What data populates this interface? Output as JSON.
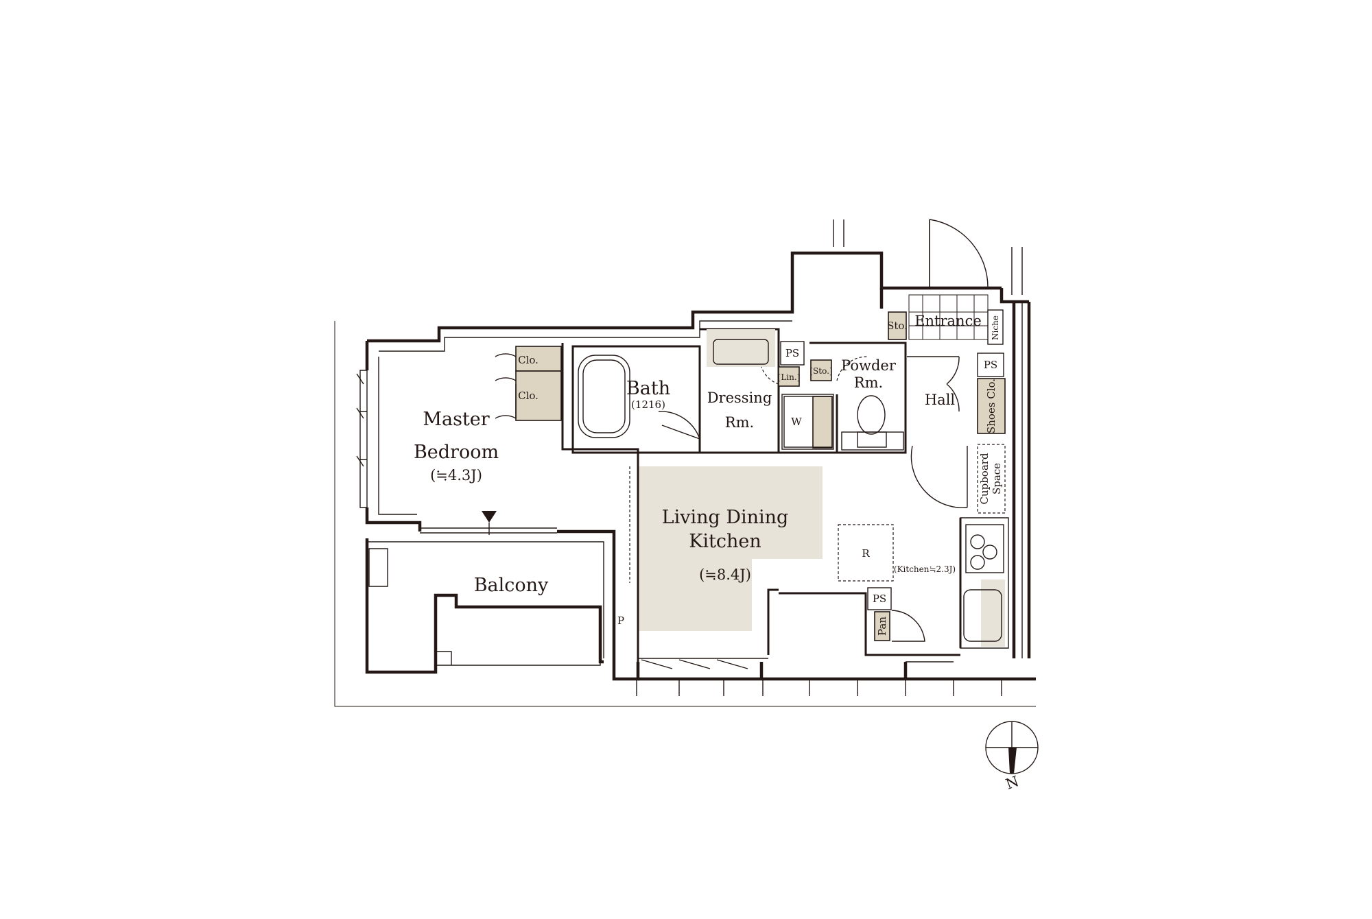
{
  "rooms": {
    "master_bedroom": {
      "line1": "Master",
      "line2": "Bedroom",
      "area": "(≒4.3J)"
    },
    "bath": {
      "name": "Bath",
      "size": "(1216)"
    },
    "dressing": {
      "line1": "Dressing",
      "line2": "Rm."
    },
    "powder": {
      "line1": "Powder",
      "line2": "Rm."
    },
    "entrance": {
      "name": "Entrance"
    },
    "hall": {
      "name": "Hall"
    },
    "ldk": {
      "line1": "Living Dining",
      "line2": "Kitchen",
      "area": "(≒8.4J)"
    },
    "balcony": {
      "name": "Balcony"
    },
    "kitchen": {
      "area": "(Kitchen≒2.3J)"
    }
  },
  "fixtures": {
    "closet_1": "Clo.",
    "closet_2": "Clo.",
    "storage_entrance": "Sto.",
    "niche": "Niche",
    "ps_dressing": "PS",
    "ps_hall": "PS",
    "ps_kitchen": "PS",
    "linen": "[Lin.]",
    "storage_powder": "[Sto.]",
    "washer": "W",
    "shoes_closet": "Shoes Clo.",
    "cupboard_line1": "Cupboard",
    "cupboard_line2": "Space",
    "refrigerator": "R",
    "pantry": "Pan",
    "pipe": "P"
  },
  "compass": {
    "label": "N"
  },
  "colors": {
    "line": "#231815",
    "floor_highlight": "#e8e3d9",
    "storage_fill": "#ddd4c2",
    "background": "#ffffff"
  }
}
